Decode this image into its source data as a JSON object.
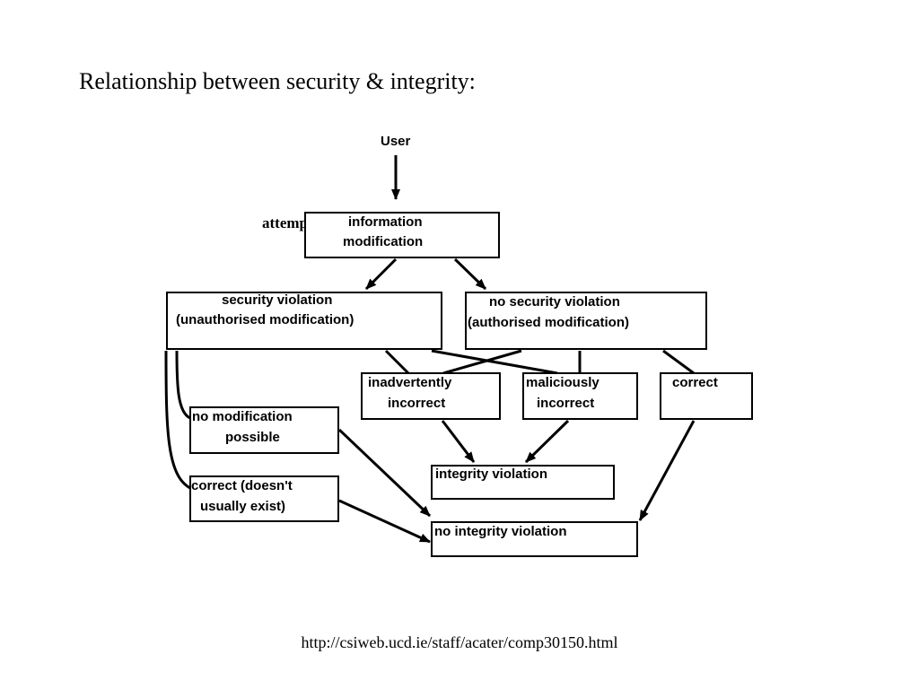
{
  "title": "Relationship between security & integrity:",
  "footer_url": "http://csiweb.ucd.ie/staff/acater/comp30150.html",
  "diagram": {
    "user": "User",
    "attempted": "attempted",
    "info_mod": [
      "information",
      "modification"
    ],
    "security_violation": [
      "security violation",
      "(unauthorised modification)"
    ],
    "no_security_violation": [
      "no security violation",
      "(authorised modification)"
    ],
    "inadvertently_incorrect": [
      "inadvertently",
      "incorrect"
    ],
    "maliciously_incorrect": [
      "maliciously",
      "incorrect"
    ],
    "correct": "correct",
    "no_modification_possible": [
      "no modification",
      "possible"
    ],
    "correct_doesnt_exist": [
      "correct (doesn't",
      "usually exist)"
    ],
    "integrity_violation": "integrity violation",
    "no_integrity_violation": "no integrity violation"
  }
}
